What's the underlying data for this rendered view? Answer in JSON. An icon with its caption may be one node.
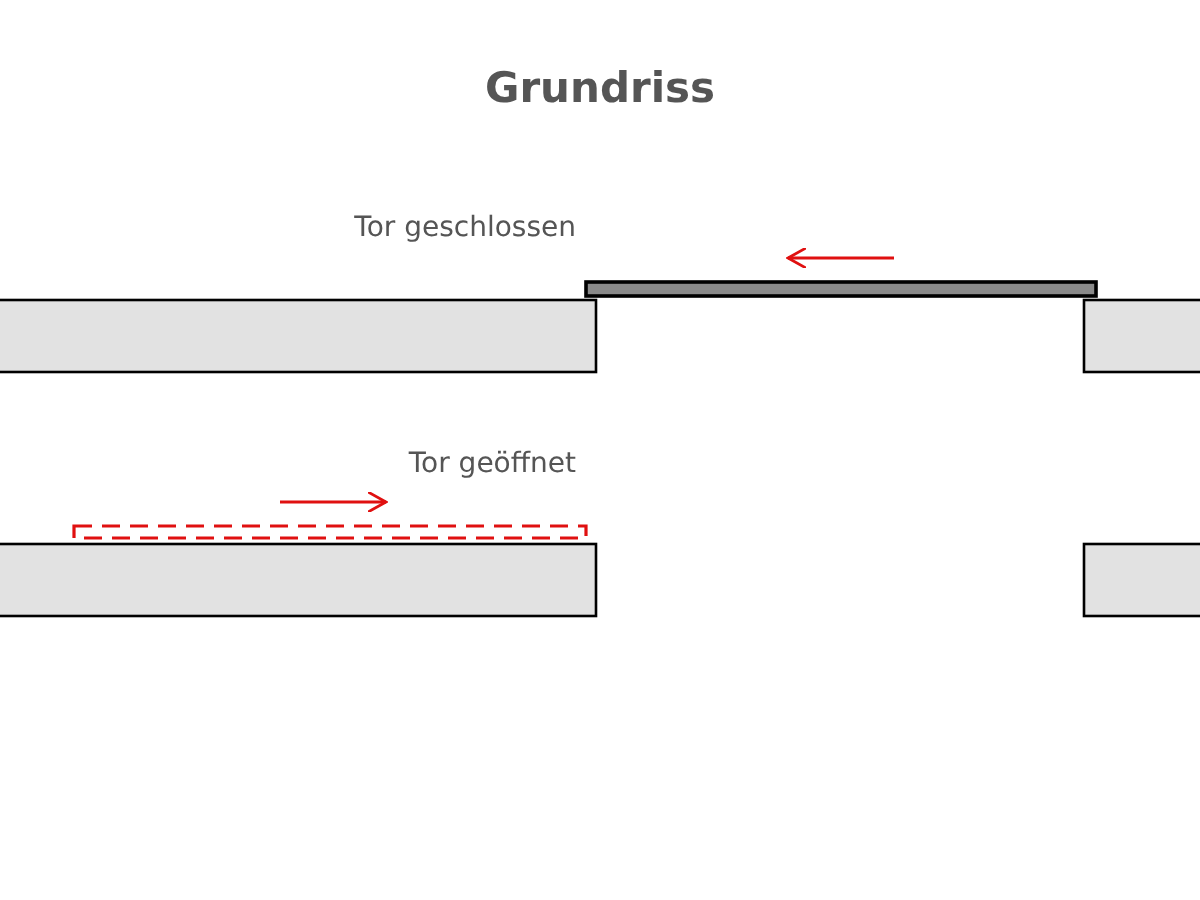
{
  "diagram": {
    "title": "Grundriss",
    "labels": [
      "Tor geschlossen",
      "Tor geöffnet"
    ]
  }
}
